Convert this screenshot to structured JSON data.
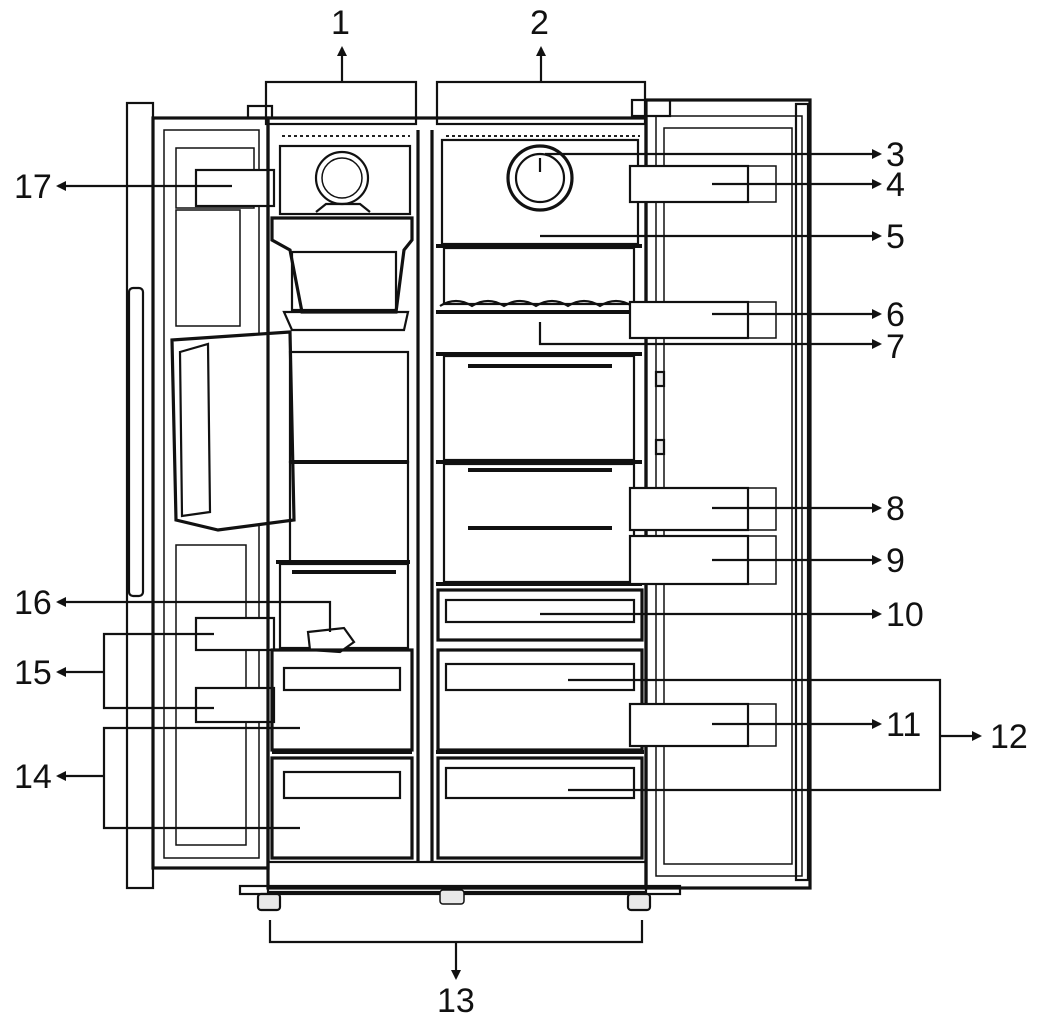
{
  "figure": {
    "subject": "side-by-side refrigerator, doors open",
    "line_color": "#111111",
    "background": "#ffffff",
    "arrow_style": "solid-triangle"
  },
  "callouts": [
    {
      "id": "c1",
      "label": "1"
    },
    {
      "id": "c2",
      "label": "2"
    },
    {
      "id": "c3",
      "label": "3"
    },
    {
      "id": "c4",
      "label": "4"
    },
    {
      "id": "c5",
      "label": "5"
    },
    {
      "id": "c6",
      "label": "6"
    },
    {
      "id": "c7",
      "label": "7"
    },
    {
      "id": "c8",
      "label": "8"
    },
    {
      "id": "c9",
      "label": "9"
    },
    {
      "id": "c10",
      "label": "10"
    },
    {
      "id": "c11",
      "label": "11"
    },
    {
      "id": "c12",
      "label": "12"
    },
    {
      "id": "c13",
      "label": "13"
    },
    {
      "id": "c14",
      "label": "14"
    },
    {
      "id": "c15",
      "label": "15"
    },
    {
      "id": "c16",
      "label": "16"
    },
    {
      "id": "c17",
      "label": "17"
    }
  ]
}
